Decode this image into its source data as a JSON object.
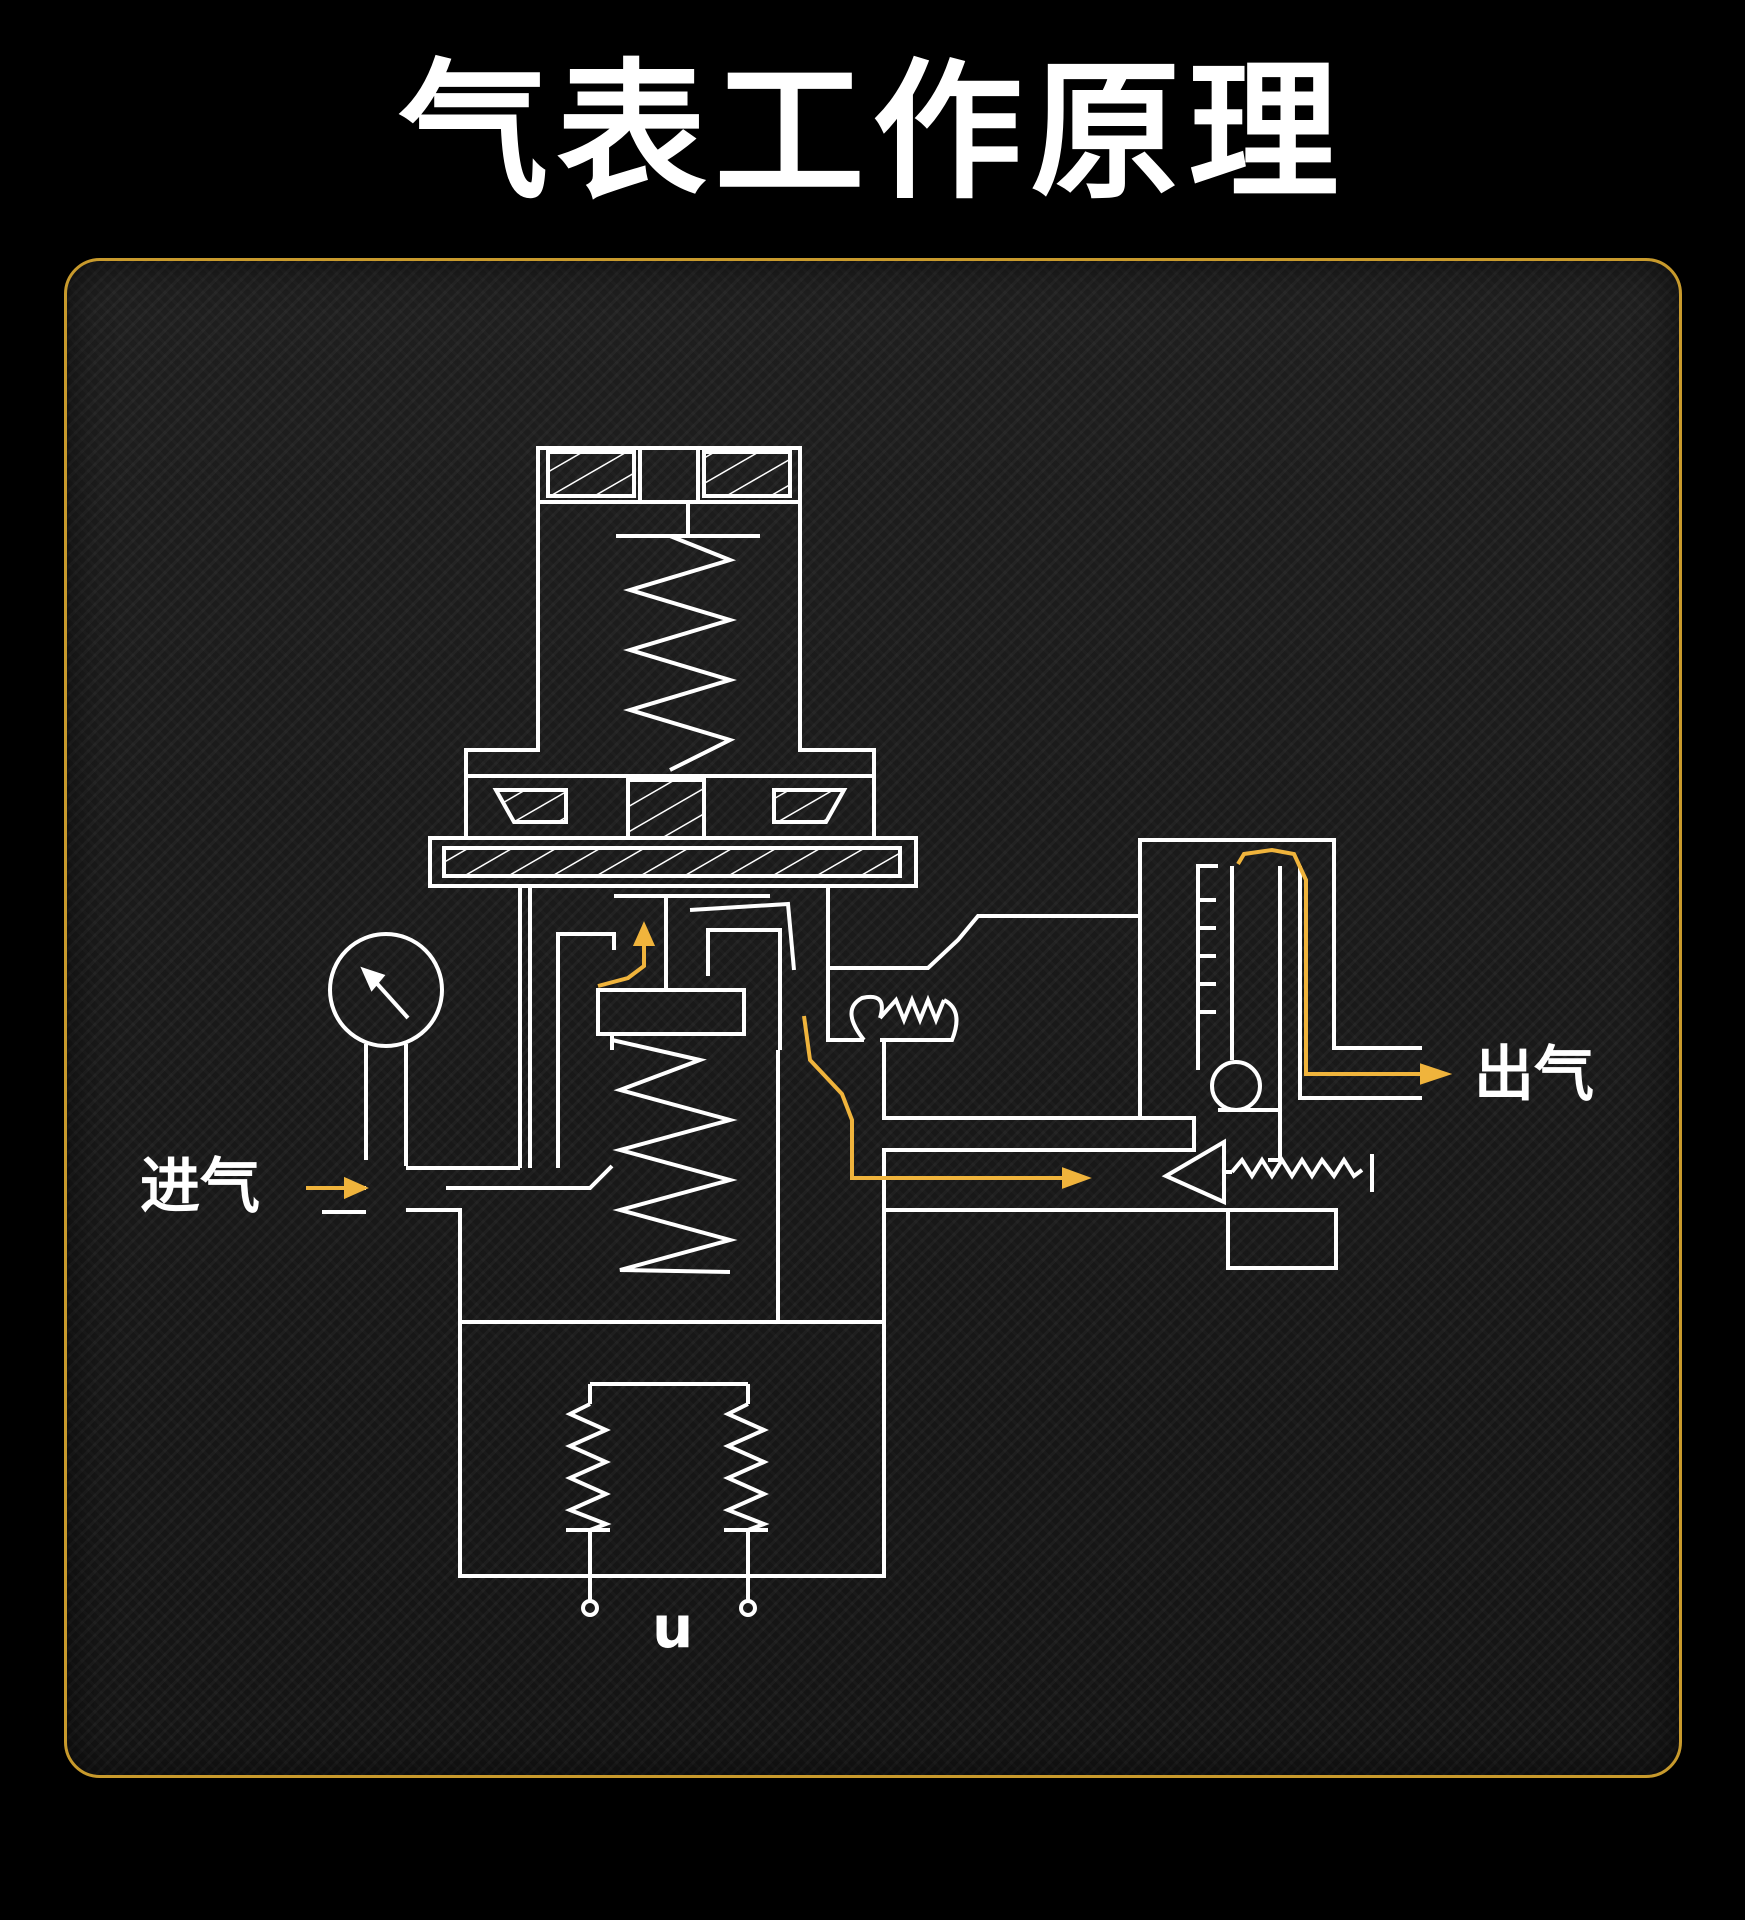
{
  "title": "气表工作原理",
  "labels": {
    "inlet": "进气",
    "outlet": "出气",
    "voltage": "u"
  },
  "colors": {
    "background": "#000000",
    "panel_border": "#c89a2c",
    "line": "#ffffff",
    "flow_arrow": "#f0b43c"
  }
}
